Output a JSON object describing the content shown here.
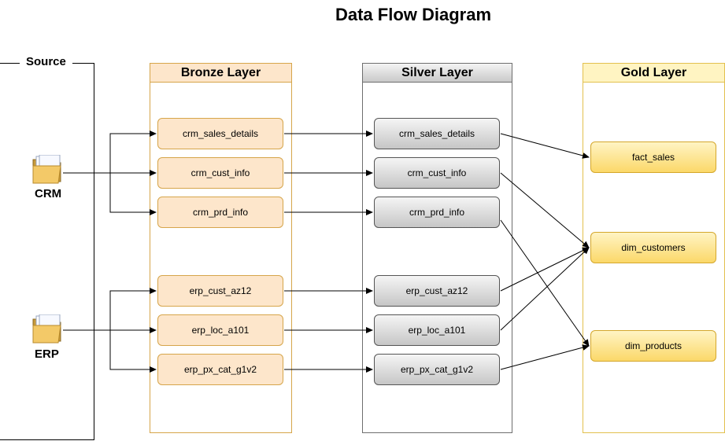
{
  "title": "Data Flow Diagram",
  "source": {
    "title": "Source",
    "groups": [
      {
        "label": "CRM",
        "icon": "folder-icon"
      },
      {
        "label": "ERP",
        "icon": "folder-icon"
      }
    ]
  },
  "bronze": {
    "title": "Bronze Layer",
    "nodes": [
      "crm_sales_details",
      "crm_cust_info",
      "crm_prd_info",
      "erp_cust_az12",
      "erp_loc_a101",
      "erp_px_cat_g1v2"
    ]
  },
  "silver": {
    "title": "Silver Layer",
    "nodes": [
      "crm_sales_details",
      "crm_cust_info",
      "crm_prd_info",
      "erp_cust_az12",
      "erp_loc_a101",
      "erp_px_cat_g1v2"
    ]
  },
  "gold": {
    "title": "Gold Layer",
    "nodes": [
      "fact_sales",
      "dim_customers",
      "dim_products"
    ]
  },
  "colors": {
    "bronze_fill": "#fde6cb",
    "bronze_border": "#d6a54a",
    "silver_border": "#555555",
    "gold_fill": "#fbd869",
    "gold_border": "#d4a72c"
  }
}
